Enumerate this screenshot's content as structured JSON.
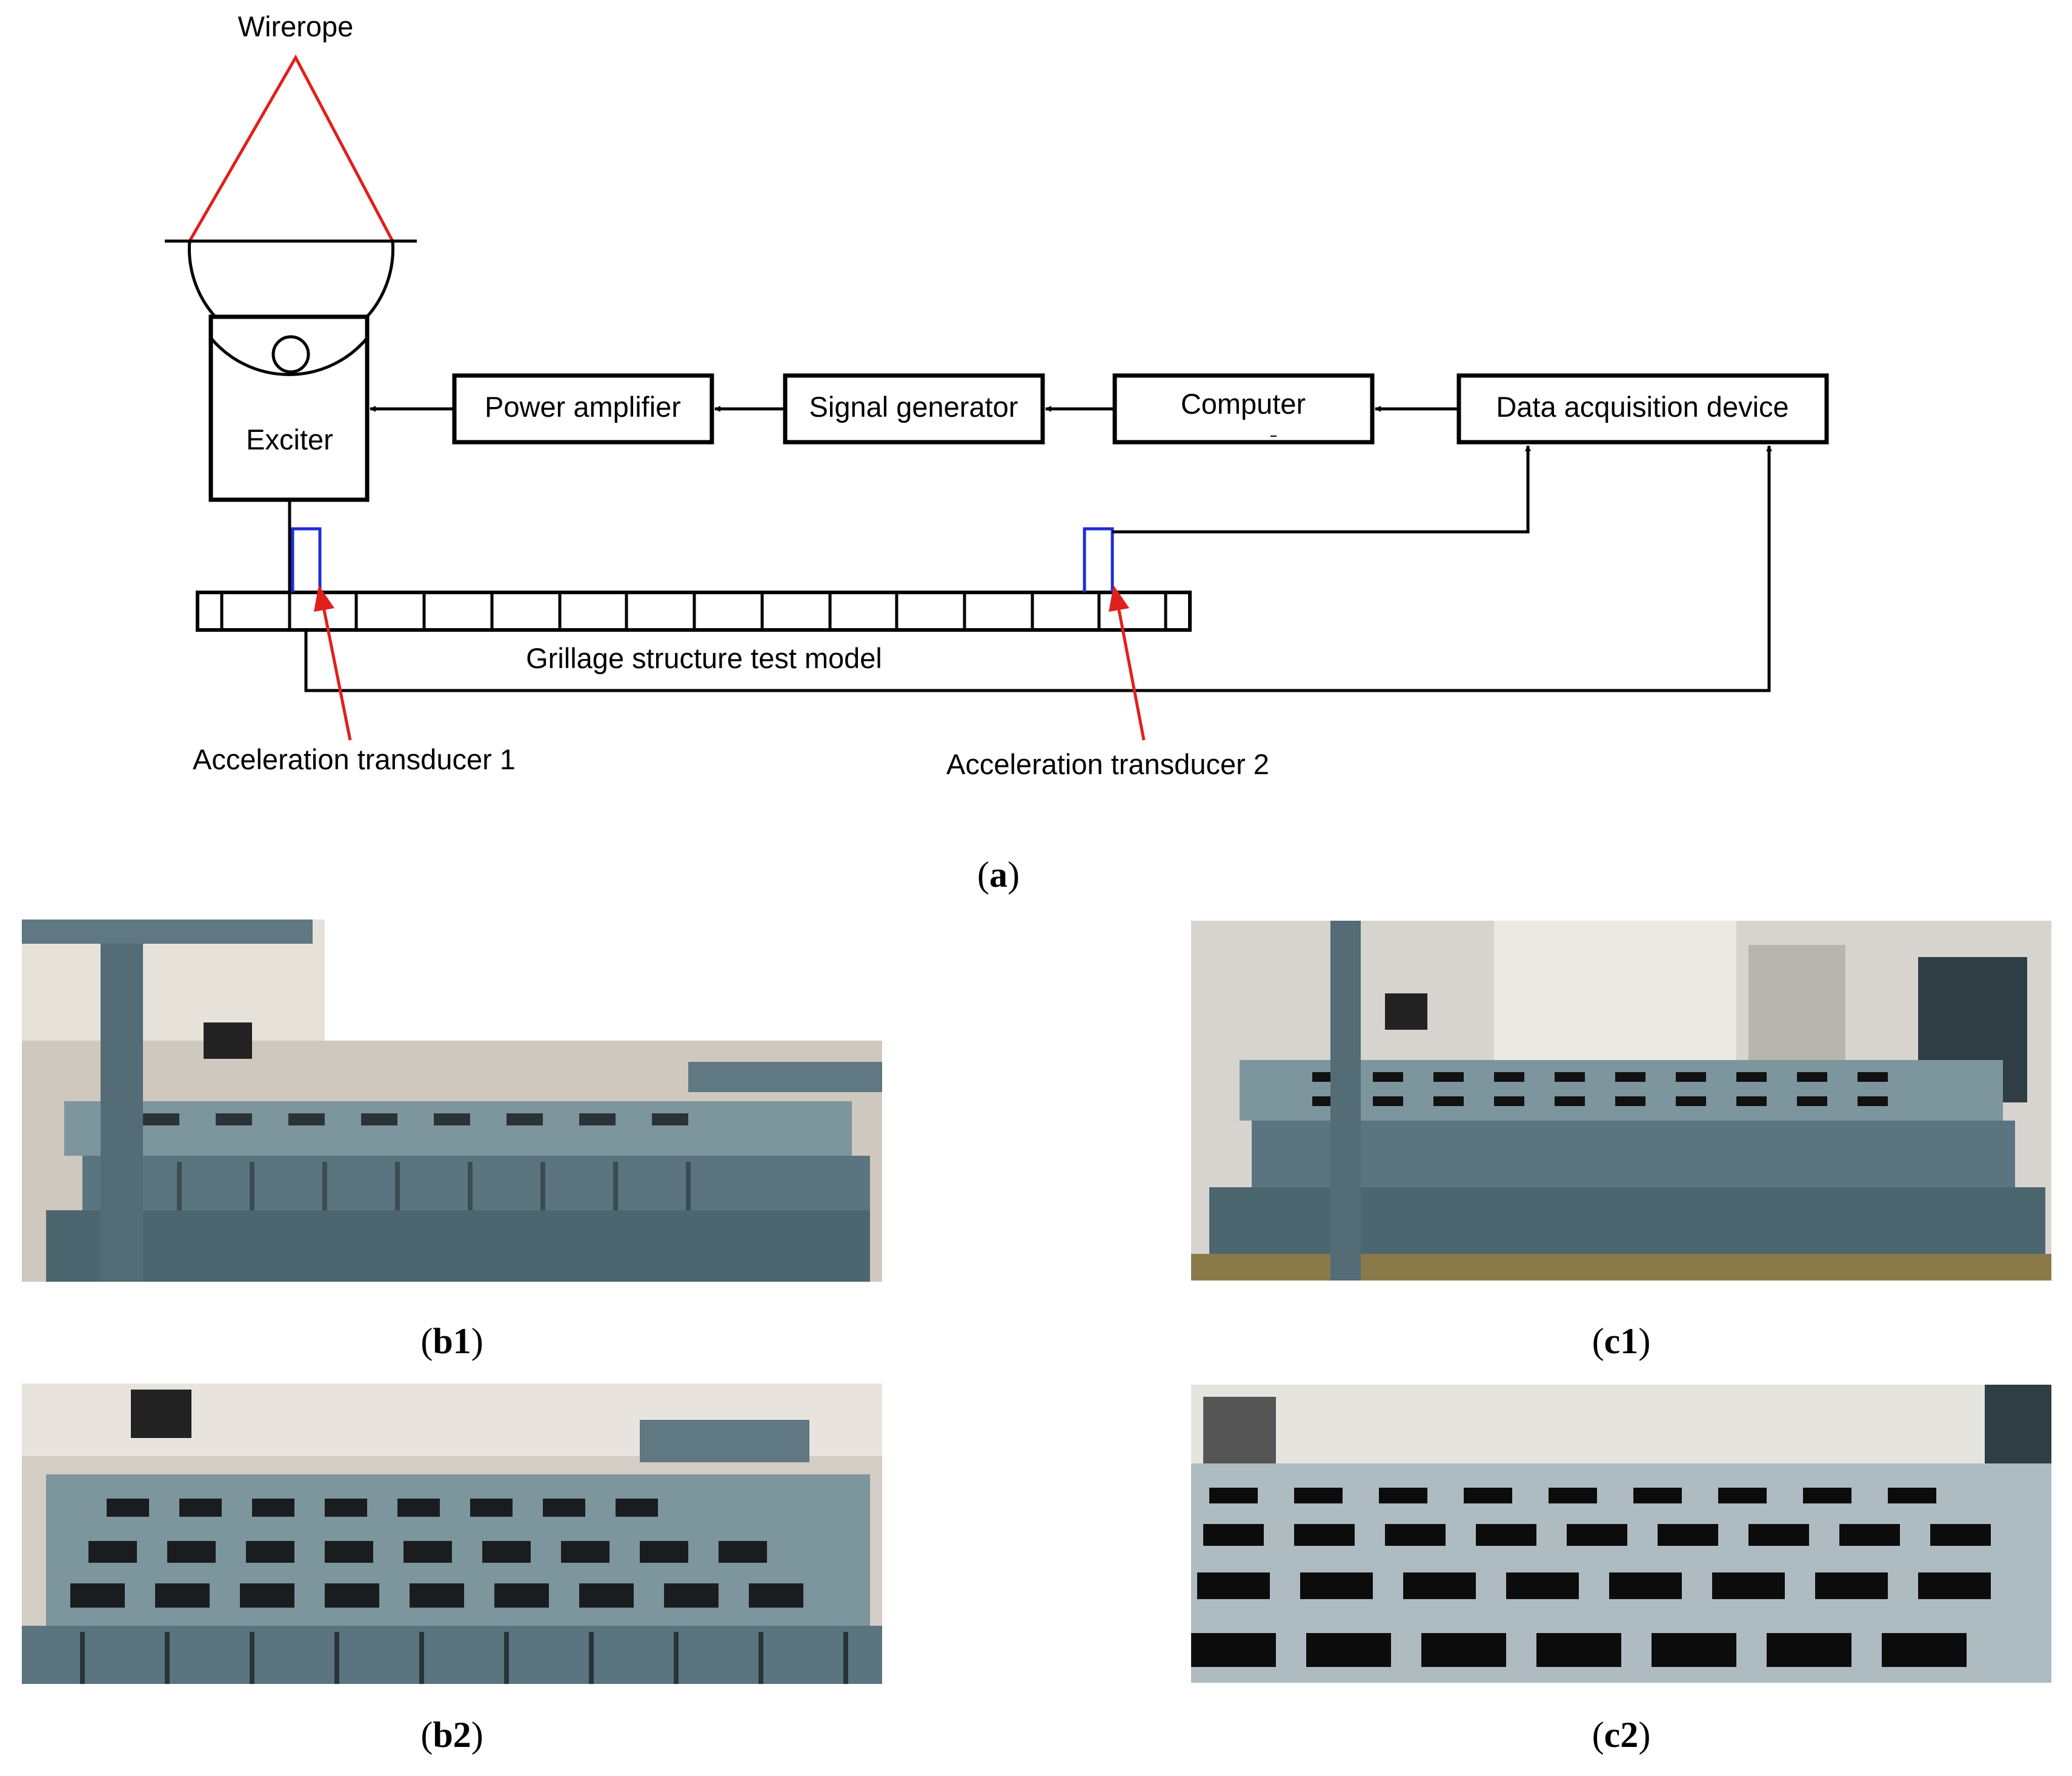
{
  "diagram": {
    "wirerope_label": "Wirerope",
    "exciter_label": "Exciter",
    "power_amplifier_label": "Power amplifier",
    "signal_generator_label": "Signal generator",
    "computer_label": "Computer",
    "data_acquisition_label": "Data acquisition device",
    "grillage_label": "Grillage structure test model",
    "transducer1_label": "Acceleration transducer 1",
    "transducer2_label": "Acceleration transducer 2"
  },
  "captions": {
    "a": {
      "open": "(",
      "letter": "a",
      "close": ")"
    },
    "b1": {
      "open": "(",
      "letter": "b1",
      "close": ")"
    },
    "c1": {
      "open": "(",
      "letter": "c1",
      "close": ")"
    },
    "b2": {
      "open": "(",
      "letter": "b2",
      "close": ")"
    },
    "c2": {
      "open": "(",
      "letter": "c2",
      "close": ")"
    }
  },
  "colors": {
    "wirerope": "#e0201c",
    "transducer": "#1f2bd6",
    "pointer_arrow": "#e0201c",
    "steel": "#5b7580",
    "steel_light": "#8aa2aa",
    "floor": "#c9c3bb",
    "hole": "#0c0c0c"
  }
}
